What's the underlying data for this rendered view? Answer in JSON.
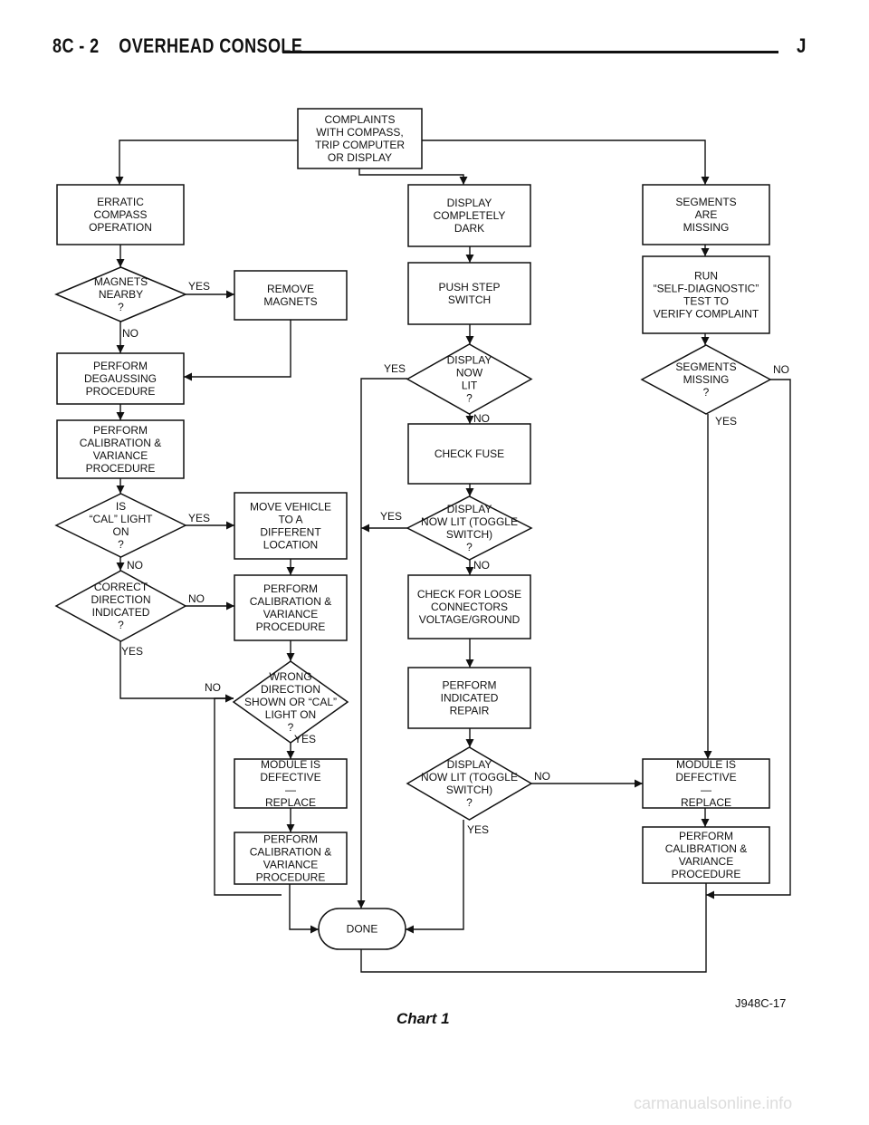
{
  "header": {
    "section": "8C - 2",
    "title": "OVERHEAD CONSOLE",
    "right_mark": "J"
  },
  "nodes": {
    "start": [
      "COMPLAINTS",
      "WITH COMPASS,",
      "TRIP COMPUTER",
      "OR DISPLAY"
    ],
    "erratic": [
      "ERRATIC",
      "COMPASS",
      "OPERATION"
    ],
    "magnets_q": [
      "MAGNETS",
      "NEARBY",
      "?"
    ],
    "remove_magnets": [
      "REMOVE",
      "MAGNETS"
    ],
    "degauss": [
      "PERFORM",
      "DEGAUSSING",
      "PROCEDURE"
    ],
    "calib_left": [
      "PERFORM",
      "CALIBRATION &",
      "VARIANCE",
      "PROCEDURE"
    ],
    "cal_q": [
      "IS",
      "“CAL” LIGHT",
      "ON",
      "?"
    ],
    "move_vehicle": [
      "MOVE VEHICLE",
      "TO A",
      "DIFFERENT",
      "LOCATION"
    ],
    "correct_q": [
      "CORRECT",
      "DIRECTION",
      "INDICATED",
      "?"
    ],
    "calib_mid": [
      "PERFORM",
      "CALIBRATION &",
      "VARIANCE",
      "PROCEDURE"
    ],
    "wrong_q": [
      "WRONG",
      "DIRECTION",
      "SHOWN OR “CAL”",
      "LIGHT ON",
      "?"
    ],
    "module_left": [
      "MODULE IS",
      "DEFECTIVE",
      "—",
      "REPLACE"
    ],
    "calib_left2": [
      "PERFORM",
      "CALIBRATION &",
      "VARIANCE",
      "PROCEDURE"
    ],
    "dark": [
      "DISPLAY",
      "COMPLETELY",
      "DARK"
    ],
    "push_step": [
      "PUSH STEP",
      "SWITCH"
    ],
    "lit_q": [
      "DISPLAY",
      "NOW",
      "LIT",
      "?"
    ],
    "check_fuse": [
      "CHECK FUSE"
    ],
    "toggle_q1": [
      "DISPLAY",
      "NOW LIT (TOGGLE",
      "SWITCH)",
      "?"
    ],
    "loose": [
      "CHECK FOR LOOSE",
      "CONNECTORS",
      "VOLTAGE/GROUND"
    ],
    "repair": [
      "PERFORM",
      "INDICATED",
      "REPAIR"
    ],
    "toggle_q2": [
      "DISPLAY",
      "NOW LIT (TOGGLE",
      "SWITCH)",
      "?"
    ],
    "seg_missing": [
      "SEGMENTS",
      "ARE",
      "MISSING"
    ],
    "run_diag": [
      "RUN",
      "“SELF-DIAGNOSTIC”",
      "TEST TO",
      "VERIFY COMPLAINT"
    ],
    "seg_q": [
      "SEGMENTS",
      "MISSING",
      "?"
    ],
    "module_right": [
      "MODULE IS",
      "DEFECTIVE",
      "—",
      "REPLACE"
    ],
    "calib_right": [
      "PERFORM",
      "CALIBRATION &",
      "VARIANCE",
      "PROCEDURE"
    ],
    "done": [
      "DONE"
    ]
  },
  "edge_labels": {
    "yes": "YES",
    "no": "NO"
  },
  "figure_id": "J948C-17",
  "caption": "Chart 1",
  "watermark": "carmanualsonline.info"
}
